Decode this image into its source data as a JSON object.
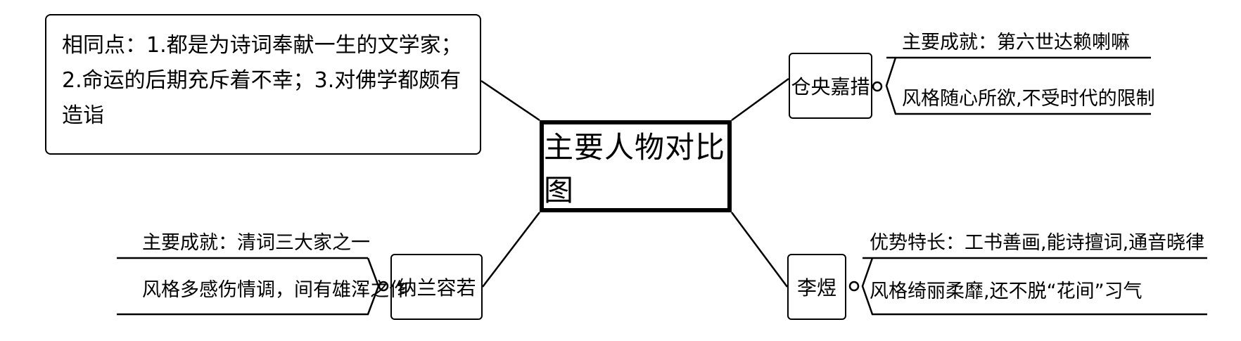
{
  "diagram": {
    "center": {
      "label": "主要人物对比图"
    },
    "note": {
      "lines": [
        "相同点：1.都是为诗词奉献一生的文学家；",
        "2.命运的后期充斥着不幸；3.对佛学都颇有",
        "造诣"
      ]
    },
    "nodes": {
      "cangyang": {
        "name": "仓央嘉措",
        "top_text": "主要成就：第六世达赖喇嘛",
        "bottom_text": "风格随心所欲,不受时代的限制"
      },
      "nalan": {
        "name": "纳兰容若",
        "top_text": "主要成就：清词三大家之一",
        "bottom_text": "风格多感伤情调，间有雄浑之作"
      },
      "liyu": {
        "name": "李煜",
        "top_text": "优势特长：工书善画,能诗擅词,通音晓律",
        "bottom_text": "风格绮丽柔靡,还不脱“花间”习气"
      }
    }
  }
}
